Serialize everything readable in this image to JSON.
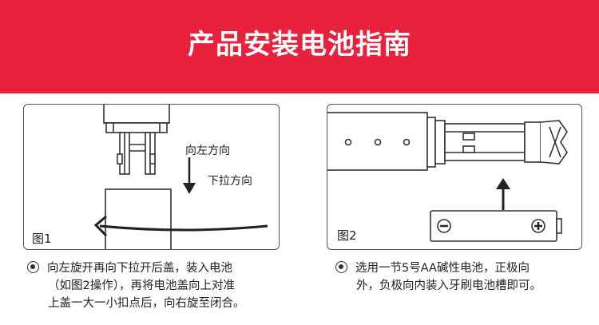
{
  "banner": {
    "title": "产品安装电池指南",
    "color": "#e8213c"
  },
  "figure1": {
    "label": "图1",
    "arrow_labels": [
      "向左方向",
      "下拉方向"
    ]
  },
  "figure2": {
    "label": "图2"
  },
  "steps": [
    {
      "lines": [
        "向左旋开再向下拉开后盖，装入电池",
        "（如图2操作），再将电池盖向上对准",
        "上盖一大一小扣点后，向右旋至闭合。"
      ]
    },
    {
      "lines": [
        "选用一节5号AA碱性电池，正极向",
        "外，负极向内装入牙刷电池槽即可。"
      ]
    }
  ]
}
